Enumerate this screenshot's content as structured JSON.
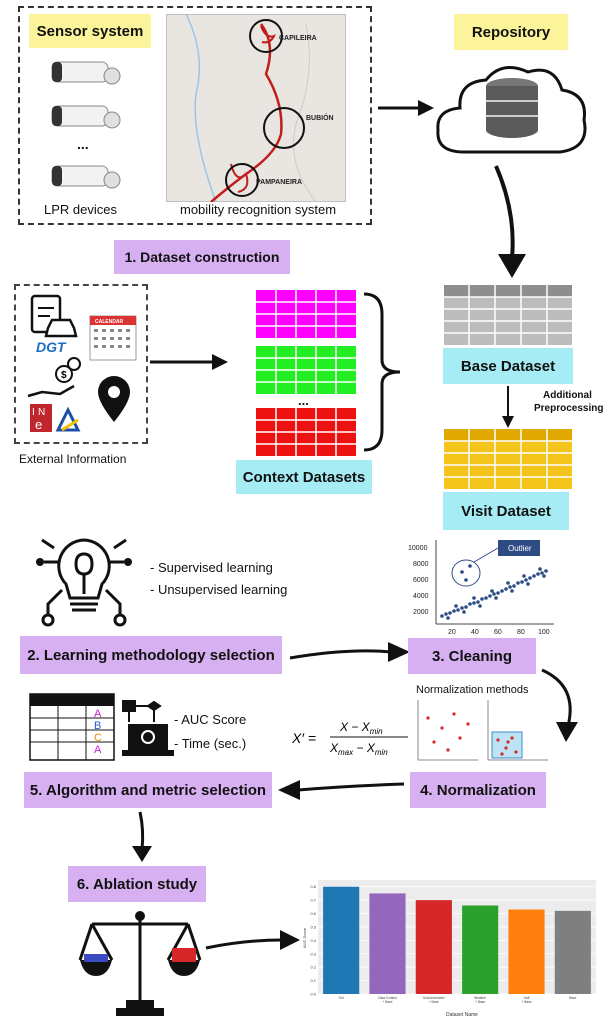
{
  "sensor": {
    "title": "Sensor system",
    "devices_label": "LPR devices",
    "map_label": "mobility recognition system",
    "ellipsis": "...",
    "towns": [
      "CAPILEIRA",
      "BUBIÓN",
      "PAMPANEIRA"
    ]
  },
  "repository": {
    "title": "Repository"
  },
  "step1": {
    "label": "1. Dataset construction"
  },
  "external": {
    "label": "External Information",
    "dgt": "DGT",
    "calendar": "CALENDAR",
    "ine_i": "I",
    "ine_n": "N",
    "ine_e": "e"
  },
  "context": {
    "label": "Context Datasets",
    "ellipsis": "..."
  },
  "base": {
    "label": "Base Dataset"
  },
  "preprocessing": {
    "line1": "Additional",
    "line2": "Preprocessing"
  },
  "visit": {
    "label": "Visit Dataset"
  },
  "learning": {
    "items": [
      "- Supervised learning",
      "- Unsupervised learning"
    ]
  },
  "step2": {
    "label": "2. Learning methodology selection"
  },
  "step3": {
    "label": "3. Cleaning"
  },
  "scatter": {
    "outlier_label": "Outlier",
    "y_ticks": [
      "10000",
      "8000",
      "6000",
      "4000",
      "2000"
    ],
    "x_ticks": [
      "20",
      "40",
      "60",
      "80",
      "100"
    ]
  },
  "normalization": {
    "title": "Normalization methods"
  },
  "step4": {
    "label": "4. Normalization"
  },
  "metrics": {
    "items": [
      "- AUC Score",
      "- Time (sec.)"
    ],
    "abc": [
      "A",
      "B",
      "C",
      "A"
    ]
  },
  "step5": {
    "label": "5. Algorithm and metric selection"
  },
  "step6": {
    "label": "6. Ablation study"
  },
  "colors": {
    "yellow": "#fbf49a",
    "purple": "#d7b0f2",
    "cyan": "#a6ecf4",
    "magenta": "#ff00ff",
    "green": "#22ee22",
    "red": "#ee1111",
    "gold": "#f3c51a",
    "gray": "#a9a9a9"
  },
  "chart_data": {
    "type": "bar",
    "categories": [
      "Full",
      "Data Context + Base",
      "Socioeconomic + Base",
      "Weather + Base",
      "Half + Base",
      "Base"
    ],
    "values": [
      0.8,
      0.75,
      0.7,
      0.66,
      0.63,
      0.62
    ],
    "colors": [
      "#1f77b4",
      "#9467bd",
      "#d62728",
      "#2ca02c",
      "#ff7f0e",
      "#7f7f7f"
    ],
    "xlabel": "Dataset Name",
    "ylabel": "AUC Score",
    "yticks": [
      "0.0",
      "0.1",
      "0.2",
      "0.3",
      "0.4",
      "0.5",
      "0.6",
      "0.7",
      "0.8"
    ],
    "ylim": [
      0,
      0.85
    ]
  }
}
